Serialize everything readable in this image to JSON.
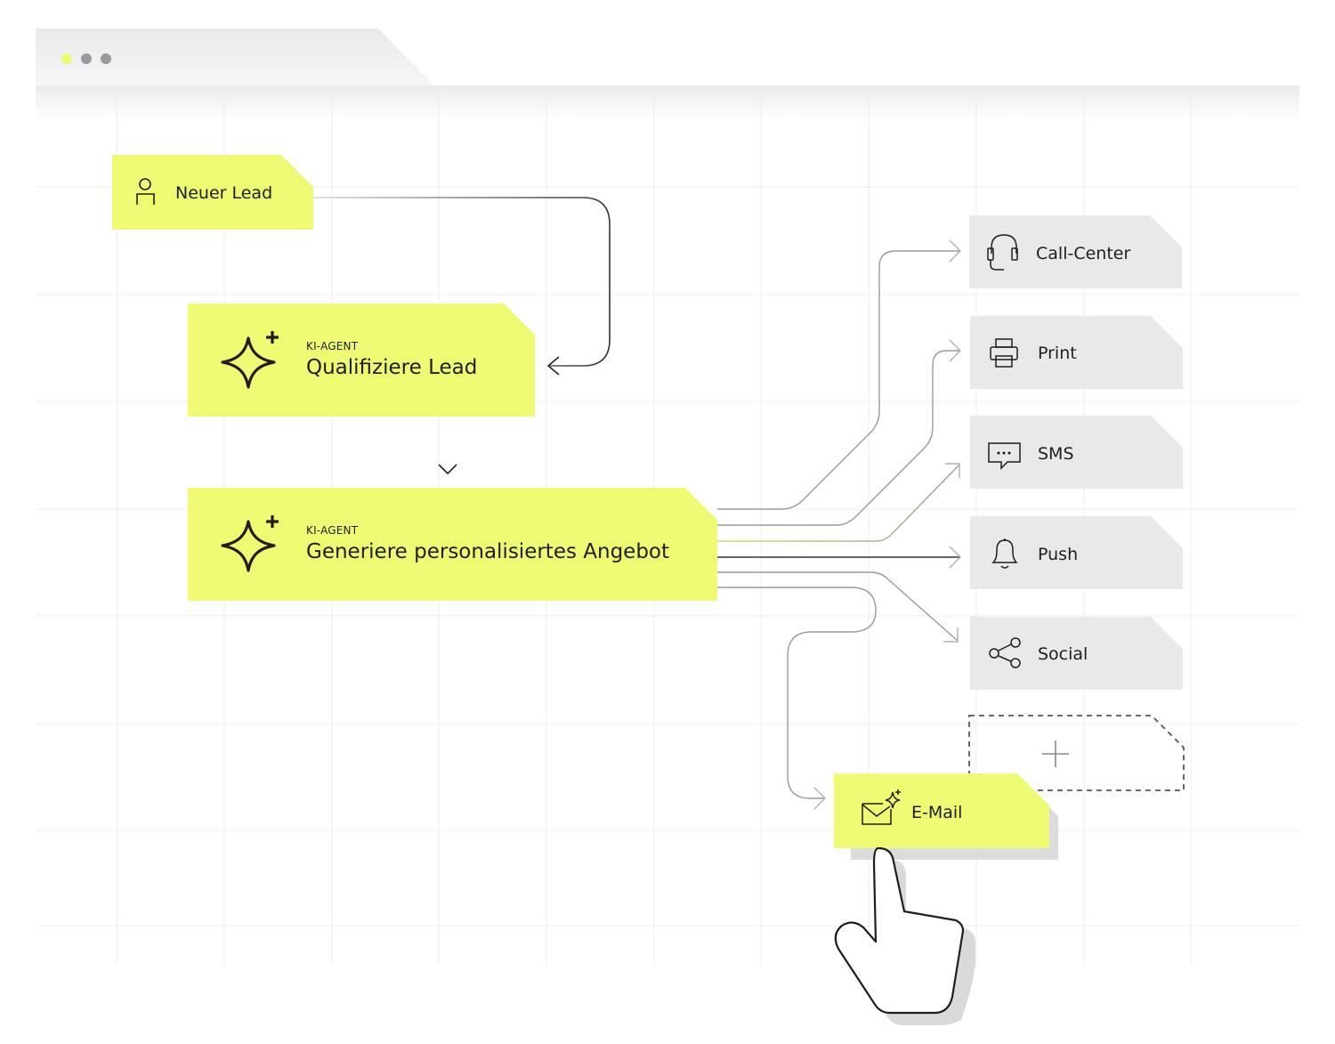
{
  "window": {
    "dots": [
      "active",
      "inactive",
      "inactive"
    ],
    "accent": "#eefb72"
  },
  "trigger": {
    "label": "Neuer Lead",
    "icon": "person-icon"
  },
  "agent_qualify": {
    "tag": "KI-AGENT",
    "title": "Qualifiziere Lead",
    "icon": "sparkle-plus-icon"
  },
  "agent_offer": {
    "tag": "KI-AGENT",
    "title": "Generiere personalisiertes Angebot",
    "icon": "sparkle-plus-icon"
  },
  "channels": [
    {
      "label": "Call-Center",
      "icon": "headset-icon"
    },
    {
      "label": "Print",
      "icon": "printer-icon"
    },
    {
      "label": "SMS",
      "icon": "chat-bubble-icon"
    },
    {
      "label": "Push",
      "icon": "bell-icon"
    },
    {
      "label": "Social",
      "icon": "share-icon"
    }
  ],
  "add_channel": {
    "icon": "plus-icon"
  },
  "selected_channel": {
    "label": "E-Mail",
    "icon": "mail-sparkle-icon"
  },
  "pointer": {
    "icon": "hand-pointer-icon"
  },
  "colors": {
    "accent": "#eefb72",
    "channel_bg": "#e9e9e9",
    "line": "#9a9a9a",
    "ink": "#1e1e1e",
    "grid": "#ececec"
  }
}
